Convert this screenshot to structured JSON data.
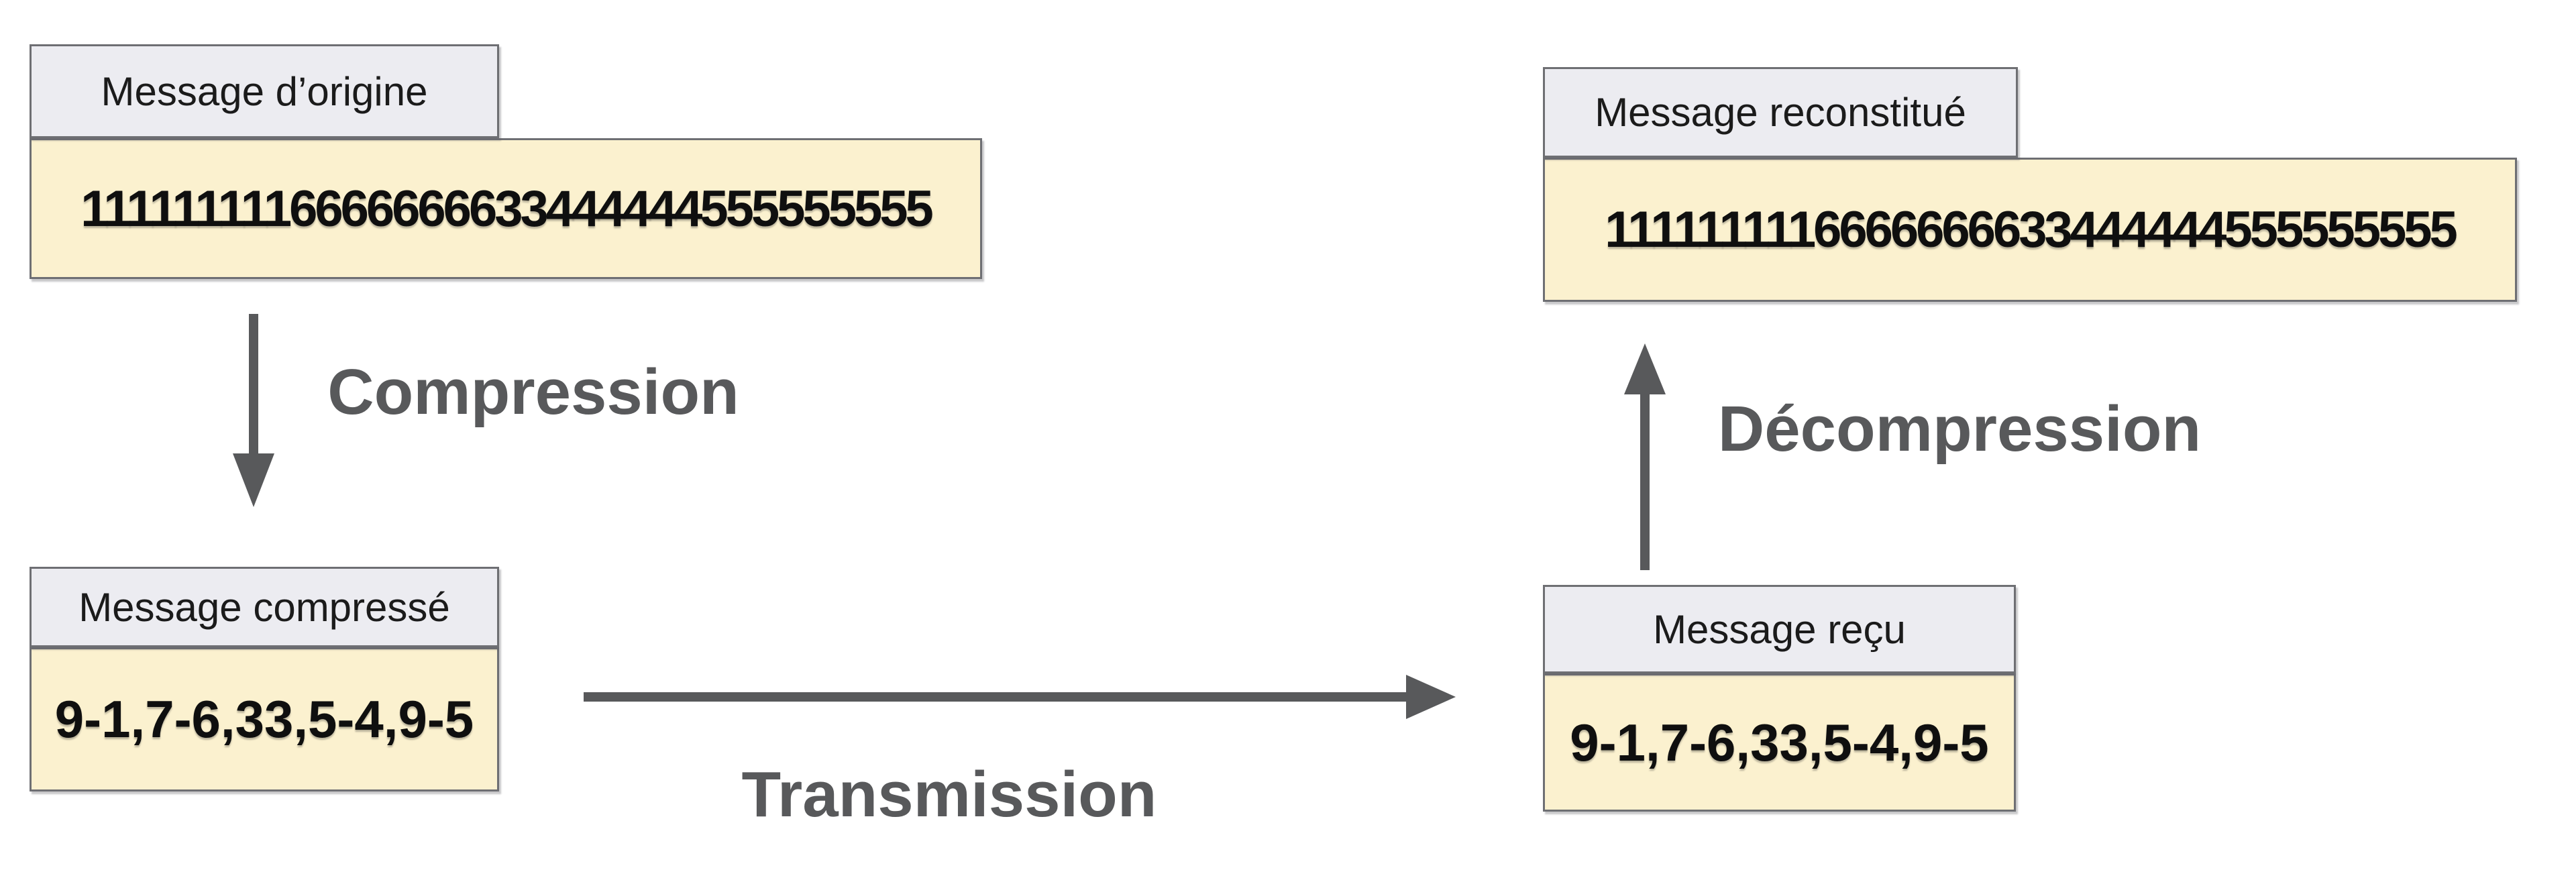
{
  "diagram": {
    "title_hint": "Run-length encoding compression/transmission flow",
    "colors": {
      "background": "#ffffff",
      "value_box_fill": "#fbf1cf",
      "label_box_fill": "#ececf1",
      "box_border": "#6e6f73",
      "arrow": "#58595b",
      "digit_text": "#0f0f0f"
    },
    "nodes": {
      "origin": {
        "label": "Message d’origine",
        "value": "1111111116666666633444444555555555"
      },
      "compressed": {
        "label": "Message compressé",
        "value": "9-1,7-6,33,5-4,9-5"
      },
      "received": {
        "label": "Message reçu",
        "value": "9-1,7-6,33,5-4,9-5"
      },
      "reconstructed": {
        "label": "Message reconstitué",
        "value": "1111111116666666633444444555555555"
      }
    },
    "arrows": {
      "compression": {
        "label": "Compression",
        "direction": "down"
      },
      "transmission": {
        "label": "Transmission",
        "direction": "right"
      },
      "decompression": {
        "label": "Décompression",
        "direction": "up"
      }
    }
  }
}
